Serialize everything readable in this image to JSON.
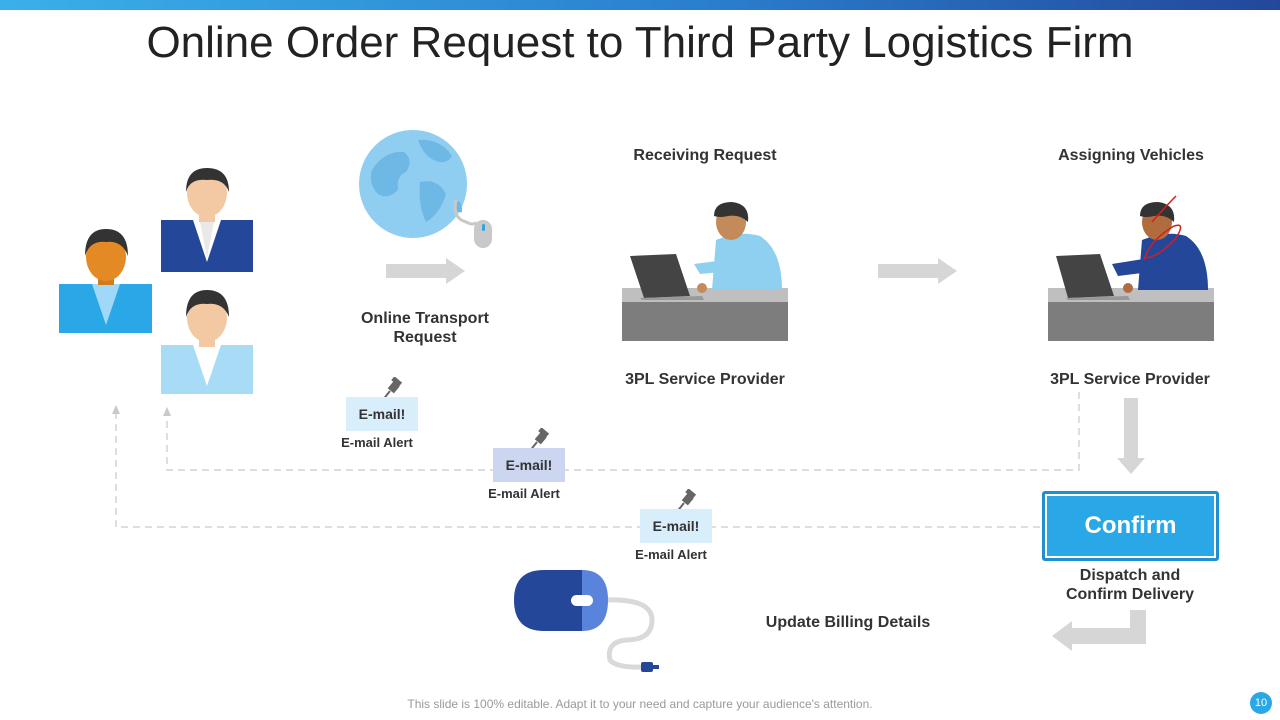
{
  "title": "Online Order Request to Third Party Logistics Firm",
  "labels": {
    "online_transport_request": "Online Transport Request",
    "receiving_request": "Receiving Request",
    "assigning_vehicles": "Assigning Vehicles",
    "provider_1": "3PL Service Provider",
    "provider_2": "3PL Service Provider",
    "dispatch_confirm": "Dispatch and Confirm Delivery",
    "update_billing": "Update Billing Details"
  },
  "email_alerts": [
    {
      "badge": "E-mail!",
      "label": "E-mail Alert"
    },
    {
      "badge": "E-mail!",
      "label": "E-mail Alert"
    },
    {
      "badge": "E-mail!",
      "label": "E-mail Alert"
    }
  ],
  "confirm_button": "Confirm",
  "footer": "This slide is 100% editable. Adapt it to your need and capture your audience's attention.",
  "page_number": "10",
  "colors": {
    "accent_blue": "#2aa7e6",
    "dark_blue": "#24479a",
    "email_light": "#d8eefa",
    "email_mid": "#cdd6f1",
    "arrow_gray": "#d6d6d6"
  },
  "icons": [
    "people-group-icon",
    "globe-icon",
    "computer-mouse-icon",
    "pushpin-icon",
    "person-at-laptop-icon"
  ]
}
